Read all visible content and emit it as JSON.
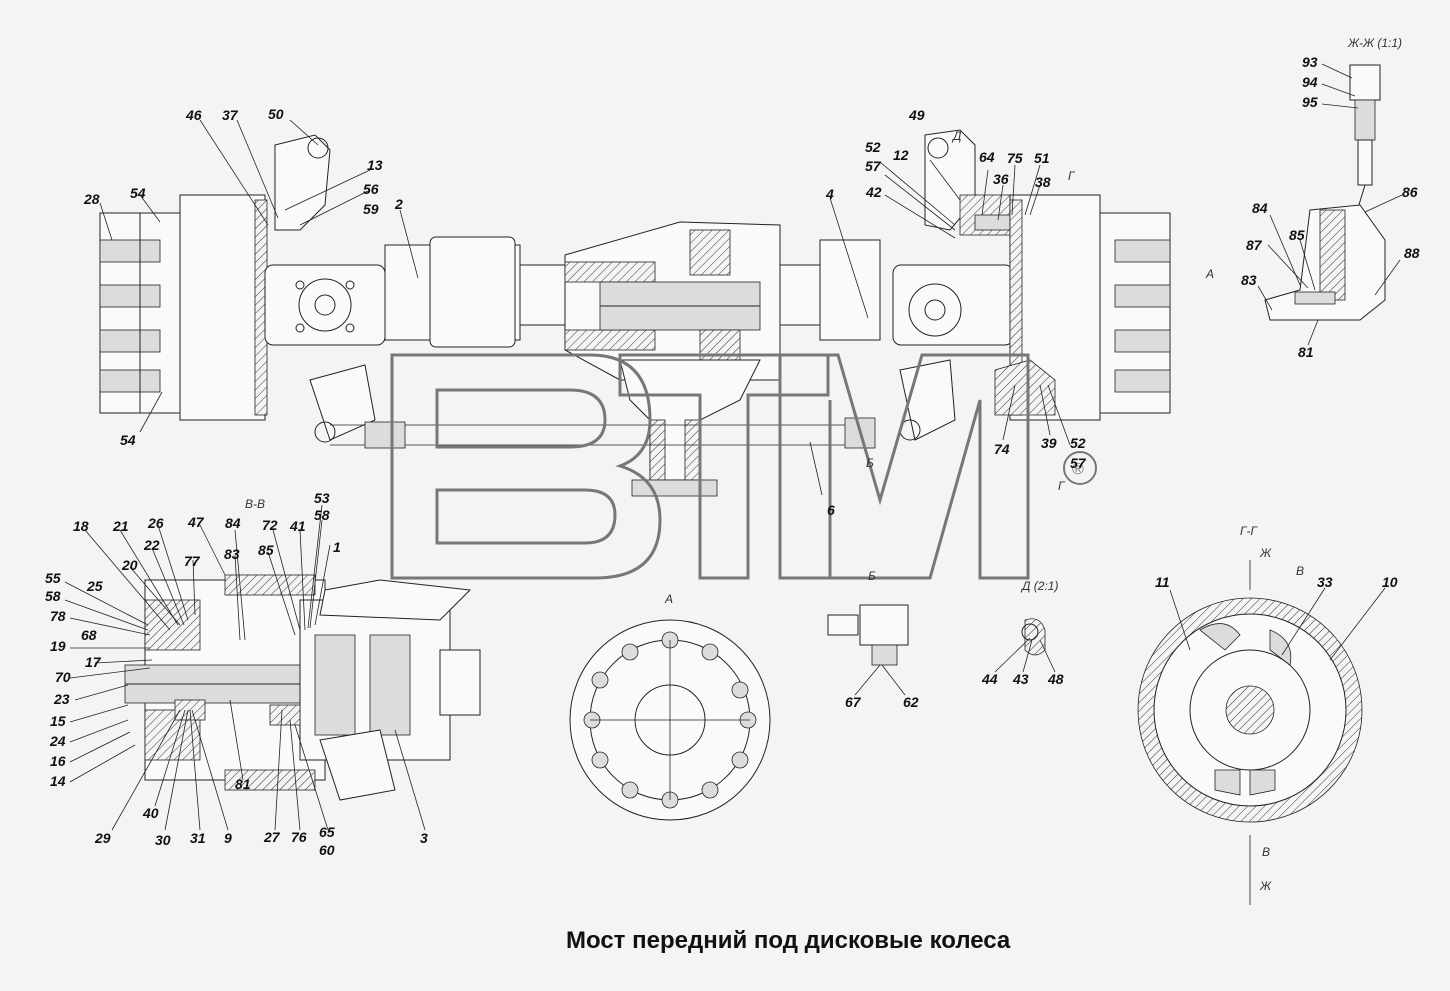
{
  "title": "Мост передний под дисковые колеса",
  "watermark": {
    "text": "BTM",
    "mark": "®"
  },
  "section_labels": {
    "zh_zh": "Ж-Ж (1:1)",
    "v_v": "В-В",
    "a": "А",
    "b": "Б",
    "d": "Д (2:1)",
    "g_g": "Г-Г",
    "g_mark": "Г",
    "d_mark": "Д",
    "b_mark": "Б",
    "a_mark": "А",
    "zh_mark": "Ж",
    "v_mark": "В"
  },
  "callouts": [
    "1",
    "2",
    "3",
    "4",
    "6",
    "9",
    "10",
    "11",
    "12",
    "13",
    "14",
    "15",
    "16",
    "17",
    "18",
    "19",
    "20",
    "21",
    "22",
    "23",
    "24",
    "25",
    "26",
    "27",
    "28",
    "29",
    "30",
    "31",
    "33",
    "36",
    "37",
    "38",
    "39",
    "40",
    "41",
    "42",
    "43",
    "44",
    "46",
    "47",
    "48",
    "49",
    "50",
    "51",
    "52",
    "53",
    "54",
    "55",
    "56",
    "57",
    "58",
    "59",
    "60",
    "62",
    "64",
    "65",
    "67",
    "68",
    "70",
    "72",
    "74",
    "75",
    "76",
    "77",
    "78",
    "81",
    "83",
    "84",
    "85",
    "86",
    "87",
    "88",
    "93",
    "94",
    "95"
  ],
  "colors": {
    "line": "#222222",
    "background": "#f4f4f4",
    "watermark": "#777777"
  }
}
